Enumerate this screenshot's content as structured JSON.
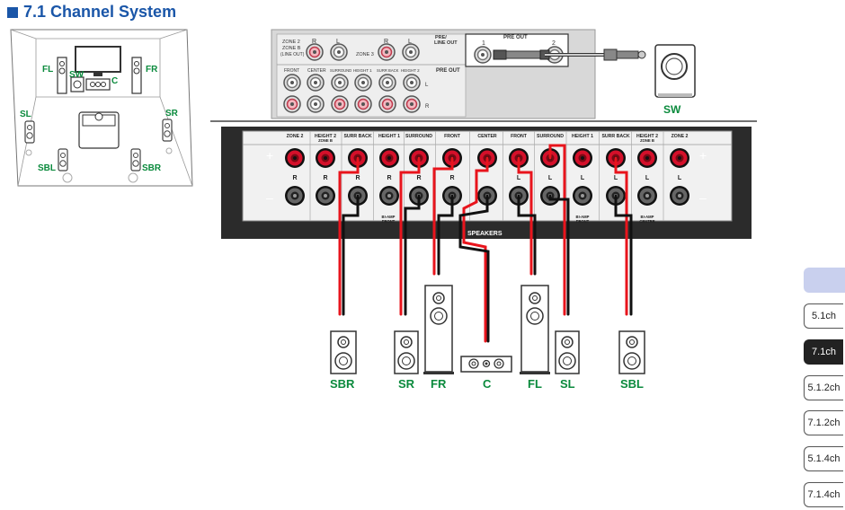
{
  "title": "7.1 Channel System",
  "room": {
    "labels": {
      "fl": "FL",
      "fr": "FR",
      "sw": "SW",
      "c": "C",
      "sl": "SL",
      "sr": "SR",
      "sbl": "SBL",
      "sbr": "SBR"
    }
  },
  "back_panel": {
    "zone2_label": "ZONE 2\nZONE B\n(LINE OUT)",
    "zone3_label": "ZONE 3",
    "pre_line_out": "PRE/\nLINE OUT",
    "pre_out": "PRE OUT",
    "pre_out_2": "PRE OUT",
    "channel_r": "R",
    "channel_l": "L",
    "jack_1": "1",
    "jack_2": "2",
    "preout_cols": [
      "FRONT",
      "CENTER",
      "SURROUND",
      "HEIGHT 1",
      "SURR BACK",
      "HEIGHT 2"
    ],
    "sw_label": "SW"
  },
  "speaker_panel": {
    "headers": [
      "ZONE 2",
      "HEIGHT 2\nZONE B",
      "SURR BACK",
      "HEIGHT 1",
      "SURROUND",
      "FRONT",
      "CENTER",
      "FRONT",
      "SURROUND",
      "HEIGHT 1",
      "SURR BACK",
      "HEIGHT 2\nZONE B",
      "ZONE 2"
    ],
    "channel_letters": [
      "R",
      "R",
      "R",
      "R",
      "R",
      "R",
      "",
      "L",
      "L",
      "L",
      "L",
      "L",
      "L"
    ],
    "plus": "+",
    "minus": "–",
    "speakers_label": "SPEAKERS",
    "biamp_1": "BI-AMP\nFRONT",
    "biamp_2": "BI-AMP\nFRONT",
    "biamp_3": "BI-AMP\nCENTER"
  },
  "speakers": [
    "SBR",
    "SR",
    "FR",
    "C",
    "FL",
    "SL",
    "SBL"
  ],
  "sidebar": {
    "tabs": [
      "5.1ch",
      "7.1ch",
      "5.1.2ch",
      "7.1.2ch",
      "5.1.4ch",
      "7.1.4ch"
    ],
    "active": "7.1ch"
  },
  "colors": {
    "accent": "#1a56a8",
    "label_green": "#0a8a3c",
    "wire_red": "#e8141c",
    "terminal_red": "#d4102a",
    "panel_dark": "#2b2b2b"
  }
}
